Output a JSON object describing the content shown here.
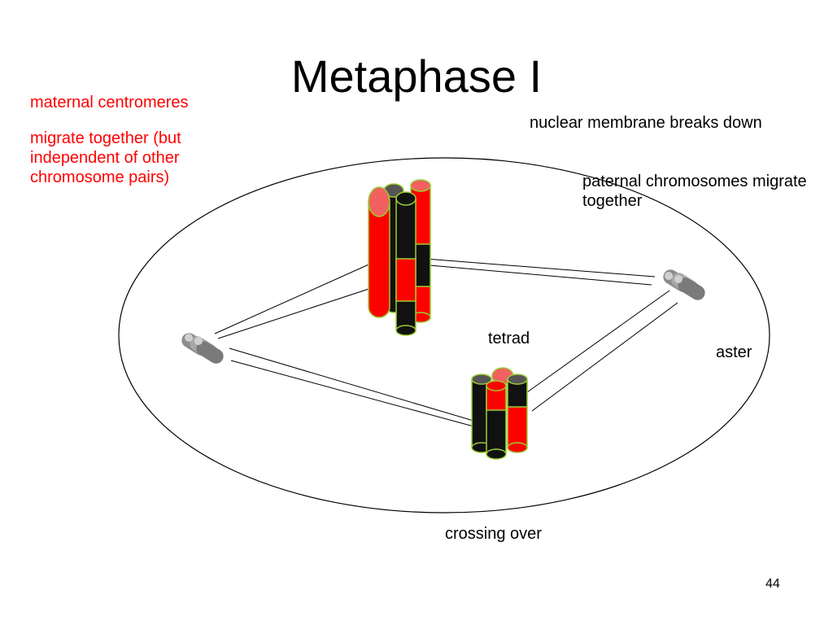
{
  "slide": {
    "title": "Metaphase I",
    "page_number": "44"
  },
  "labels": {
    "maternal_centromeres": "maternal centromeres",
    "migrate_together": "migrate together (but independent of other chromosome pairs)",
    "nuclear_membrane": "nuclear membrane breaks down",
    "paternal_chromosomes": "paternal chromosomes migrate together",
    "tetrad": "tetrad",
    "aster": "aster",
    "crossing_over": "crossing over"
  },
  "colors": {
    "maternal": "#ff0000",
    "maternal_top": "#f26060",
    "paternal": "#111111",
    "paternal_top": "#555555",
    "outline": "#9acd32",
    "aster": "#8c8c8c",
    "label_red": "#ff0000"
  }
}
